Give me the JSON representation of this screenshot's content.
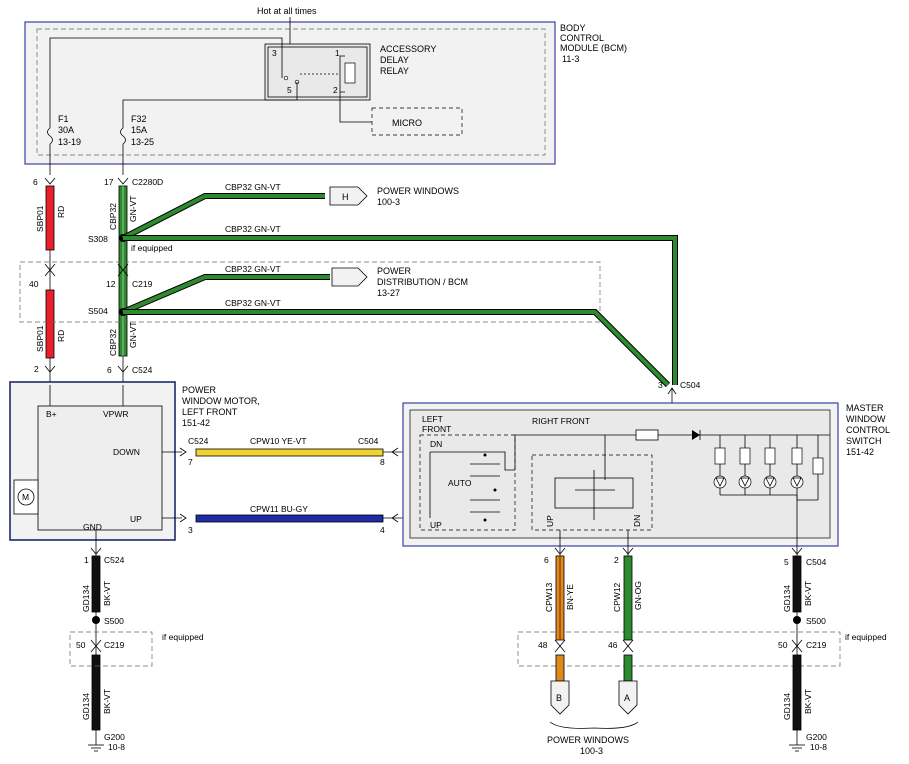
{
  "colors": {
    "red": "#e8202a",
    "green": "#2e8a2e",
    "yellow": "#f2d230",
    "blue": "#1f2aa6",
    "black": "#111111",
    "orange": "#e08a1e",
    "module_border": "#3b3fa8"
  },
  "bcm": {
    "hot_label": "Hot at all times",
    "title_l1": "BODY",
    "title_l2": "CONTROL",
    "title_l3": "MODULE (BCM)",
    "title_l4": "11-3",
    "relay_l1": "ACCESSORY",
    "relay_l2": "DELAY",
    "relay_l3": "RELAY",
    "pin3": "3",
    "pin1": "1",
    "pin5": "5",
    "pin2": "2",
    "micro": "MICRO",
    "f1_l1": "F1",
    "f1_l2": "30A",
    "f1_l3": "13-19",
    "f32_l1": "F32",
    "f32_l2": "15A",
    "f32_l3": "13-25"
  },
  "connectors": {
    "pin6": "6",
    "pin17": "17",
    "c2280d": "C2280D",
    "s308": "S308",
    "if_equipped": "if equipped",
    "pin40": "40",
    "pin12": "12",
    "c219": "C219",
    "s504": "S504",
    "pin2": "2",
    "pin6b": "6",
    "c524": "C524",
    "pin3": "3",
    "c504": "C504"
  },
  "wires": {
    "sbp01": "SBP01",
    "rd": "RD",
    "cbp32": "CBP32",
    "gnvt": "GN-VT",
    "cbp32_gnvt": "CBP32   GN-VT",
    "cpw10": "CPW10   YE-VT",
    "cpw11": "CPW11   BU-GY",
    "cpw13": "CPW13",
    "bnye": "BN-YE",
    "cpw12": "CPW12",
    "gnog": "GN-OG",
    "gd134": "GD134",
    "bkvt": "BK-VT"
  },
  "refs": {
    "h": "H",
    "power_windows": "POWER WINDOWS",
    "pw_page": "100-3",
    "power_l1": "POWER",
    "power_l2": "DISTRIBUTION / BCM",
    "power_l3": "13-27",
    "b": "B",
    "a": "A",
    "pw_bottom": "POWER WINDOWS",
    "pw_bottom_page": "100-3"
  },
  "motor": {
    "title_l1": "POWER",
    "title_l2": "WINDOW MOTOR,",
    "title_l3": "LEFT FRONT",
    "title_l4": "151-42",
    "bplus": "B+",
    "vpwr": "VPWR",
    "down": "DOWN",
    "up": "UP",
    "gnd": "GND",
    "m": "M",
    "c524": "C524",
    "pin7": "7",
    "pin3": "3"
  },
  "switch": {
    "title_l1": "MASTER",
    "title_l2": "WINDOW",
    "title_l3": "CONTROL",
    "title_l4": "SWITCH",
    "title_l5": "151-42",
    "left_l1": "LEFT",
    "left_l2": "FRONT",
    "right_front": "RIGHT FRONT",
    "dn": "DN",
    "auto": "AUTO",
    "up": "UP",
    "c504": "C504",
    "pin8": "8",
    "pin4": "4"
  },
  "bottom": {
    "pin1": "1",
    "c524": "C524",
    "s500": "S500",
    "pin50": "50",
    "c219": "C219",
    "if_equipped": "if equipped",
    "g200": "G200",
    "g200_page": "10-8",
    "pin6": "6",
    "pin2": "2",
    "pin48": "48",
    "pin46": "46",
    "pin5": "5",
    "c504": "C504",
    "s500r": "S500",
    "pin50r": "50",
    "c219r": "C219",
    "g200r": "G200",
    "g200r_page": "10-8"
  }
}
